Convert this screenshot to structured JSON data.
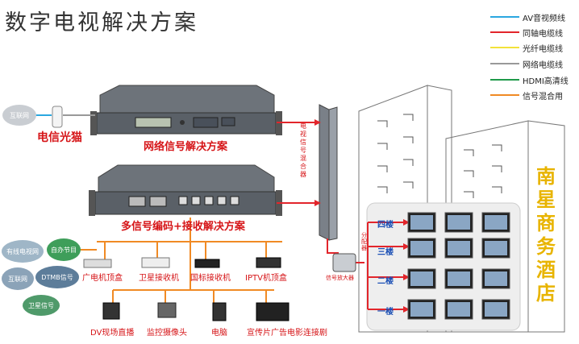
{
  "title": "数字电视解决方案",
  "legend": [
    {
      "label": "AV音视频线",
      "color": "#2aa7e0"
    },
    {
      "label": "同轴电缆线",
      "color": "#e2252b"
    },
    {
      "label": "光纤电缆线",
      "color": "#f2e23a"
    },
    {
      "label": "网络电缆线",
      "color": "#999999"
    },
    {
      "label": "HDMI高清线",
      "color": "#1f9a4a"
    },
    {
      "label": "信号混合用",
      "color": "#f08a24"
    }
  ],
  "labels": {
    "internet_top": "互联网",
    "modem": "电信光猫",
    "network_solution": "网络信号解决方案",
    "multi_solution": "多信号编码+接收解决方案",
    "mixer": "电视信号混合器",
    "amplifier": "信号放大器",
    "splitter": "分配器",
    "building": "南星商务酒店"
  },
  "clouds": [
    "有线电视网",
    "自办节目",
    "互联网",
    "DTMB信号",
    "卫星信号"
  ],
  "devices_row1": [
    "广电机顶盒",
    "卫星接收机",
    "国标接收机",
    "IPTV机顶盒"
  ],
  "devices_row2": [
    "DV现场直播",
    "监控摄像头",
    "电脑",
    "宣传片广告电影连接剧"
  ],
  "floors": [
    "四楼",
    "三楼",
    "二楼",
    "一楼"
  ]
}
